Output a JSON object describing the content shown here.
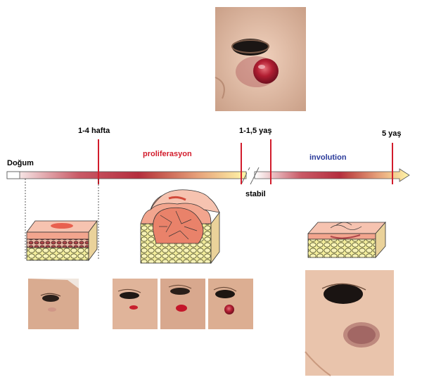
{
  "timeline": {
    "birth_label": "Doğum",
    "week_label": "1-4 hafta",
    "year1_label": "1-1,5 yaş",
    "year5_label": "5 yaş",
    "proliferation_label": "proliferasyon",
    "stable_label": "stabil",
    "involution_label": "involution"
  },
  "colors": {
    "proliferation_text": "#d21c2c",
    "involution_text": "#2a3a9a",
    "marker": "#d21c2c",
    "bar_start": "#ffffff",
    "bar_mid": "#b52e3e",
    "bar_end": "#fff6a8",
    "skin": "#f2a58e",
    "fat": "#f4ee9c"
  },
  "icons": {
    "top_photo": "infant-face-hemangioma-photo",
    "final_photo": "child-face-involuted-hemangioma-photo",
    "early_diagram": "skin-section-early-diagram",
    "prolif_diagram": "skin-section-proliferation-diagram",
    "involution_diagram": "skin-section-involution-diagram"
  }
}
